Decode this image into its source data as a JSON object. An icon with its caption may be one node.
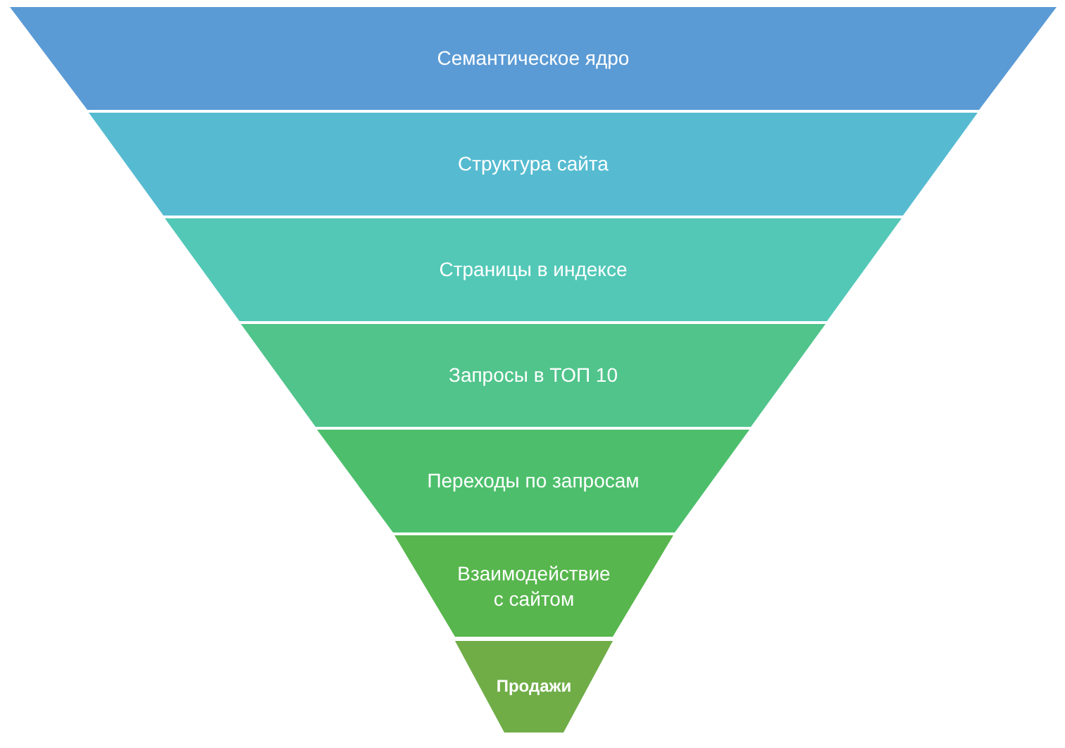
{
  "diagram": {
    "nodes": [
      {
        "text": [
          "Семантическое ядро"
        ]
      },
      {
        "text": [
          "Структура сайта"
        ]
      },
      {
        "text": [
          "Страницы в индексе"
        ]
      },
      {
        "text": [
          "Запросы в ТОП 10"
        ]
      },
      {
        "text": [
          "Переходы по запросам"
        ]
      },
      {
        "text": [
          "Взаимодействие с сайтом"
        ]
      },
      {
        "text": [
          "Продажи"
        ]
      }
    ],
    "edges": []
  }
}
